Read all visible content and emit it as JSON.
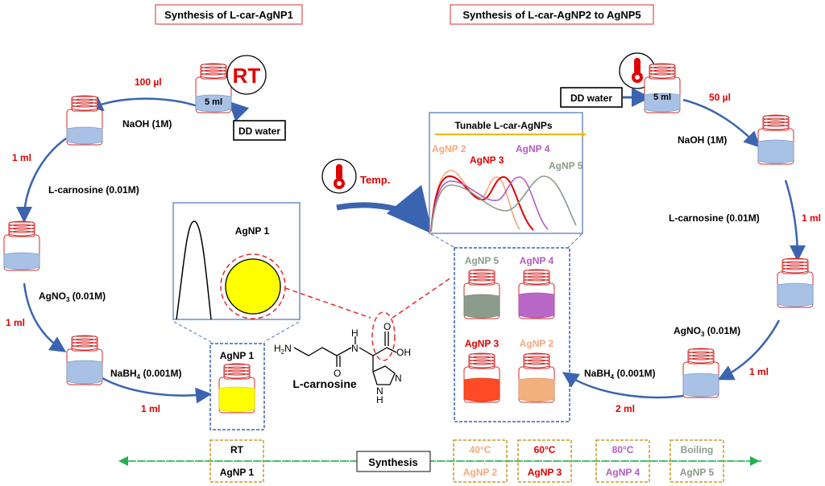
{
  "titles": {
    "left": "Synthesis of L-car-AgNP1",
    "right": "Synthesis of L-car-AgNP2 to AgNP5"
  },
  "left_process": {
    "condition": "RT",
    "start_volume": "5 ml",
    "dd_water": "DD water",
    "steps": [
      {
        "reagent": "NaOH (1M)",
        "volume": "100 µl"
      },
      {
        "reagent": "L-carnosine (0.01M)",
        "volume": "1 ml"
      },
      {
        "reagent_main": "AgNO",
        "reagent_sub": "3",
        "reagent_rest": " (0.01M)",
        "volume": "1 ml"
      },
      {
        "reagent_main": "NaBH",
        "reagent_sub": "4",
        "reagent_rest": " (0.001M)",
        "volume": "1 ml"
      }
    ],
    "product_label": "AgNP 1",
    "inset_label": "AgNP 1"
  },
  "right_process": {
    "condition_icon": "thermometer-icon",
    "start_volume": "5 ml",
    "dd_water": "DD water",
    "steps": [
      {
        "reagent": "NaOH (1M)",
        "volume": "50 µl"
      },
      {
        "reagent": "L-carnosine (0.01M)",
        "volume": "1 ml"
      },
      {
        "reagent_main": "AgNO",
        "reagent_sub": "3",
        "reagent_rest": " (0.01M)",
        "volume": "1 ml"
      },
      {
        "reagent_main": "NaBH",
        "reagent_sub": "4",
        "reagent_rest": " (0.001M)",
        "volume": "2 ml"
      }
    ],
    "products": [
      {
        "label": "AgNP 5",
        "color": "#8a9a8a",
        "fill": "#8c9c8c"
      },
      {
        "label": "AgNP 4",
        "color": "#b35bc4",
        "fill": "#b967c6"
      },
      {
        "label": "AgNP 3",
        "color": "#e00000",
        "fill": "#ff4a26"
      },
      {
        "label": "AgNP 2",
        "color": "#f4a97a",
        "fill": "#f3b07f"
      }
    ]
  },
  "center": {
    "temp_label": "Temp.",
    "molecule_name": "L-carnosine",
    "spectra_title": "Tunable L-car-AgNPs",
    "spectra_labels": [
      {
        "label": "AgNP 2",
        "color": "#f4a97a"
      },
      {
        "label": "AgNP 3",
        "color": "#e00000"
      },
      {
        "label": "AgNP 4",
        "color": "#b35bc4"
      },
      {
        "label": "AgNP 5",
        "color": "#8a9a8a"
      }
    ]
  },
  "timeline": {
    "center_label": "Synthesis",
    "entries": [
      {
        "temp": "RT",
        "product": "AgNP 1",
        "color": "#000000"
      },
      {
        "temp": "40°C",
        "product": "AgNP 2",
        "color": "#f4a97a"
      },
      {
        "temp": "60°C",
        "product": "AgNP 3",
        "color": "#e00000"
      },
      {
        "temp": "80°C",
        "product": "AgNP 4",
        "color": "#b35bc4"
      },
      {
        "temp": "Boiling",
        "product": "AgNP 5",
        "color": "#8a9a8a"
      }
    ]
  },
  "colors": {
    "arrow": "#3a64b0",
    "volume_text": "#e00000",
    "vial_outline": "#d42a2a",
    "liquid": "#a9c1e4",
    "title_border": "#e05050",
    "timeline_line": "#22b14c",
    "timeline_box": "#c89a2a"
  }
}
